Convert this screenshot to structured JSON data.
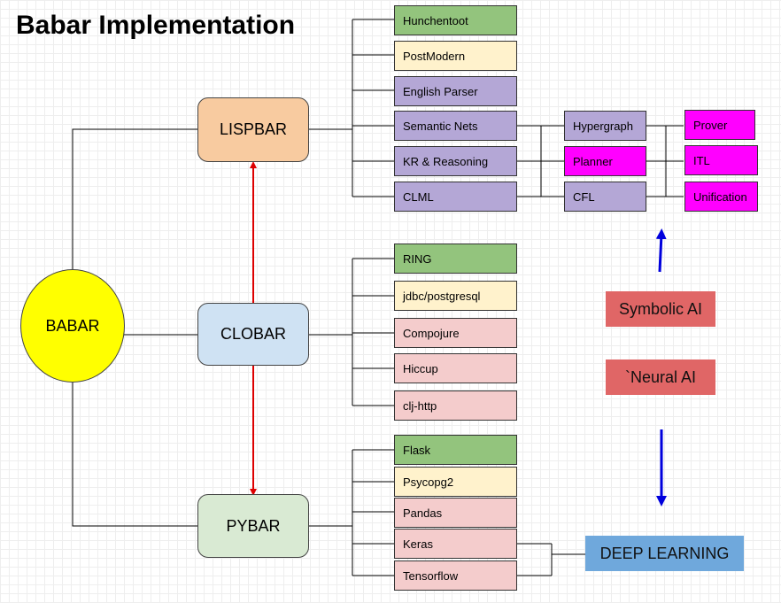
{
  "title": "Babar Implementation",
  "colors": {
    "root": "#ffff00",
    "lispbar": "#f8cba0",
    "clobar": "#cfe2f3",
    "pybar": "#d9ead3",
    "green": "#93c47d",
    "yellow": "#fff2cc",
    "purple": "#b4a7d6",
    "pink": "#f4cccc",
    "magenta": "#ff00ff",
    "red_label": "#e06666",
    "blue_label": "#6fa8dc",
    "red_arrow": "#dd0000",
    "blue_arrow": "#0000dd"
  },
  "nodes": {
    "babar": "BABAR",
    "lispbar": "LISPBAR",
    "clobar": "CLOBAR",
    "pybar": "PYBAR",
    "hunchentoot": "Hunchentoot",
    "postmodern": "PostModern",
    "english_parser": "English Parser",
    "semantic_nets": "Semantic Nets",
    "kr_reasoning": "KR & Reasoning",
    "clml": "CLML",
    "hypergraph": "Hypergraph",
    "planner": "Planner",
    "cfl": "CFL",
    "prover": "Prover",
    "itl": "ITL",
    "unification": "Unification",
    "ring": "RING",
    "jdbc": "jdbc/postgresql",
    "compojure": "Compojure",
    "hiccup": "Hiccup",
    "clj_http": "clj-http",
    "flask": "Flask",
    "psycopg2": "Psycopg2",
    "pandas": "Pandas",
    "keras": "Keras",
    "tensorflow": "Tensorflow",
    "symbolic_ai": "Symbolic AI",
    "neural_ai": "`Neural AI",
    "deep_learning": "DEEP LEARNING"
  }
}
